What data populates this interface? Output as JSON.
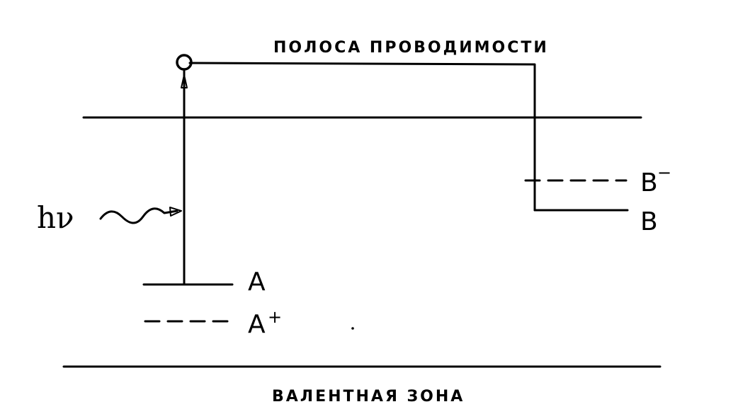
{
  "bands": {
    "conduction": "ПОЛОСА ПРОВОДИМОСТИ",
    "valence": "ВАЛЕНТНАЯ ЗОНА"
  },
  "photon": {
    "label": "hν"
  },
  "levels": {
    "A": {
      "label": "A"
    },
    "A_plus": {
      "label": "A",
      "sup": "+"
    },
    "B": {
      "label": "B"
    },
    "B_minus": {
      "label": "B",
      "sup": "−"
    }
  }
}
